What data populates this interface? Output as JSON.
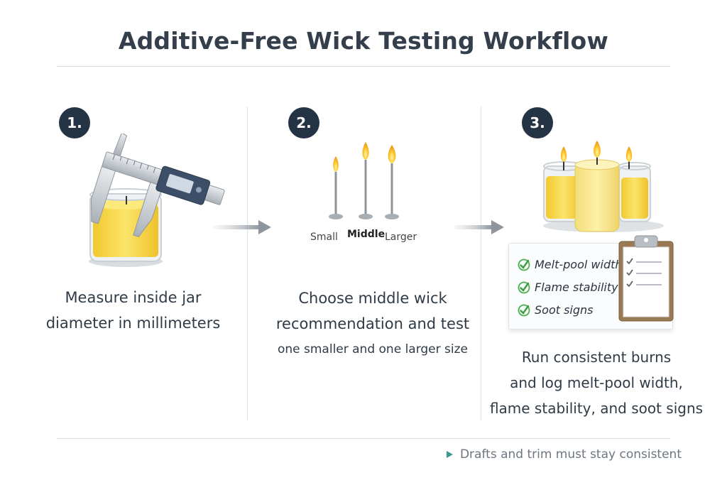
{
  "title": "Additive-Free Wick Testing Workflow",
  "steps": [
    {
      "number": "1.",
      "lines": [
        "Measure inside jar",
        "diameter in millimeters"
      ]
    },
    {
      "number": "2.",
      "wick_labels": [
        "Small",
        "Middle",
        "Larger"
      ],
      "lines": [
        "Choose middle wick",
        "recommendation and test",
        "one smaller and one larger size"
      ]
    },
    {
      "number": "3.",
      "checklist": [
        "Melt-pool width",
        "Flame stability",
        "Soot signs"
      ],
      "lines": [
        "Run consistent burns",
        "and log melt-pool width,",
        "flame stability, and soot signs"
      ]
    }
  ],
  "footer": "Drafts and trim must stay consistent",
  "colors": {
    "badge": "#253444",
    "wax": "#f5d64a",
    "check": "#4caf50",
    "arrow": "#9aa1a8",
    "footer_marker": "#3d9a8b"
  }
}
